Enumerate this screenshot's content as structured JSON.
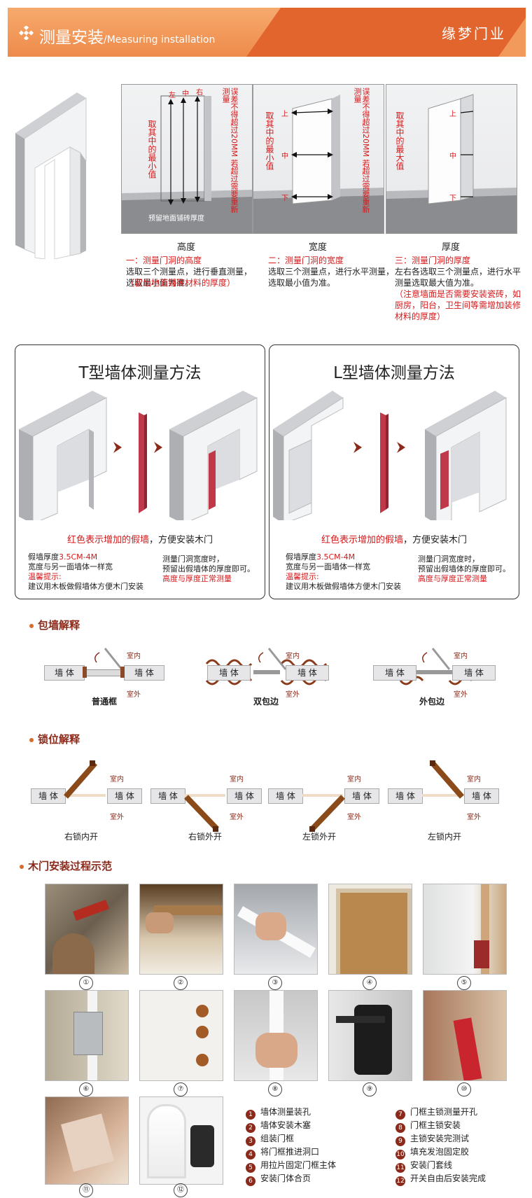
{
  "header": {
    "title_cn": "测量安装",
    "title_en": "/Measuring installation",
    "brand": "缘梦门业"
  },
  "measure": {
    "panels": [
      {
        "label": "高度",
        "top_labels": [
          "左",
          "中",
          "右"
        ],
        "side_text": "取其中的最小值",
        "note_text": "误差不得超过20MM 若超过需要重新测量",
        "floor_text": "预留地面铺砖厚度",
        "desc_title": "一：测量门洞的高度",
        "desc_body": "选取三个测量点，进行垂直测量，选取最小值为准。",
        "desc_note": "（留出地面铺砖材料的厚度）"
      },
      {
        "label": "宽度",
        "mark_labels": [
          "上",
          "中",
          "下"
        ],
        "side_text": "取其中的最小值",
        "note_text": "误差不得超过20MM 若超过需要重新测量",
        "desc_title": "二：测量门洞的宽度",
        "desc_body": "选取三个测量点，进行水平测量，选取最小值为准。"
      },
      {
        "label": "厚度",
        "mark_labels": [
          "上",
          "中",
          "下"
        ],
        "side_text": "取其中的最大值",
        "desc_title": "三：测量门洞的厚度",
        "desc_body": "左右各选取三个测量点，进行水平测量选取最大值为准。",
        "desc_note": "（注意墙面是否需要安装瓷砖，如厨房，阳台，卫生间等需增加装修材料的厚度）"
      }
    ]
  },
  "walls": [
    {
      "title": "T型墙体测量方法",
      "red_prefix": "红色表示",
      "red_highlight": "增加的假墙",
      "red_suffix": "，方便安装木门",
      "thickness_prefix": "假墙厚度",
      "thickness_value": "3.5CM-4M",
      "width_same": "宽度与另一面墙体一样宽",
      "tip_title": "温馨提示:",
      "tip_body": "建议用木板做假墙体方便木门安装",
      "right_1": "测量门洞宽度时，",
      "right_2": "预留出假墙体的厚度即可。",
      "right_3": "高度与厚度正常测量"
    },
    {
      "title": "L型墙体测量方法",
      "red_prefix": "红色表示",
      "red_highlight": "增加的假墙",
      "red_suffix": "，方便安装木门",
      "thickness_prefix": "假墙厚度",
      "thickness_value": "3.5CM-4M",
      "width_same": "宽度与另一面墙体一样宽",
      "tip_title": "温馨提示:",
      "tip_body": "建议用木板做假墙体方便木门安装",
      "right_1": "测量门洞宽度时，",
      "right_2": "预留出假墙体的厚度即可。",
      "right_3": "高度与厚度正常测量"
    }
  ],
  "wrap": {
    "title": "包墙解释",
    "wall_label": "墙 体",
    "indoor": "室内",
    "outdoor": "室外",
    "items": [
      "普通框",
      "双包边",
      "外包边"
    ]
  },
  "lock": {
    "title": "锁位解释",
    "wall_label": "墙 体",
    "indoor": "室内",
    "outdoor": "室外",
    "items": [
      "右锁内开",
      "右锁外开",
      "左锁外开",
      "左锁内开"
    ]
  },
  "install": {
    "title": "木门安装过程示范",
    "numbers": [
      "①",
      "②",
      "③",
      "④",
      "⑤",
      "⑥",
      "⑦",
      "⑧",
      "⑨",
      "⑩",
      "⑪",
      "⑫"
    ],
    "steps": [
      {
        "n": "1",
        "text": "墙体测量装孔"
      },
      {
        "n": "2",
        "text": "墙体安装木塞"
      },
      {
        "n": "3",
        "text": "组装门框"
      },
      {
        "n": "4",
        "text": "将门框推进洞口"
      },
      {
        "n": "5",
        "text": "用拉片固定门框主体"
      },
      {
        "n": "6",
        "text": "安装门体合页"
      },
      {
        "n": "7",
        "text": "门框主锁测量开孔"
      },
      {
        "n": "8",
        "text": "门框主锁安装"
      },
      {
        "n": "9",
        "text": "主锁安装完测试"
      },
      {
        "n": "10",
        "text": "填充发泡固定胶"
      },
      {
        "n": "11",
        "text": "安装门套线"
      },
      {
        "n": "12",
        "text": "开关自由后安装完成"
      }
    ]
  },
  "colors": {
    "header_orange": "#f29a5b",
    "header_dark": "#e2652d",
    "accent_red": "#d4191b",
    "fake_wall": "#c0394a",
    "brown": "#8b2a1a"
  }
}
